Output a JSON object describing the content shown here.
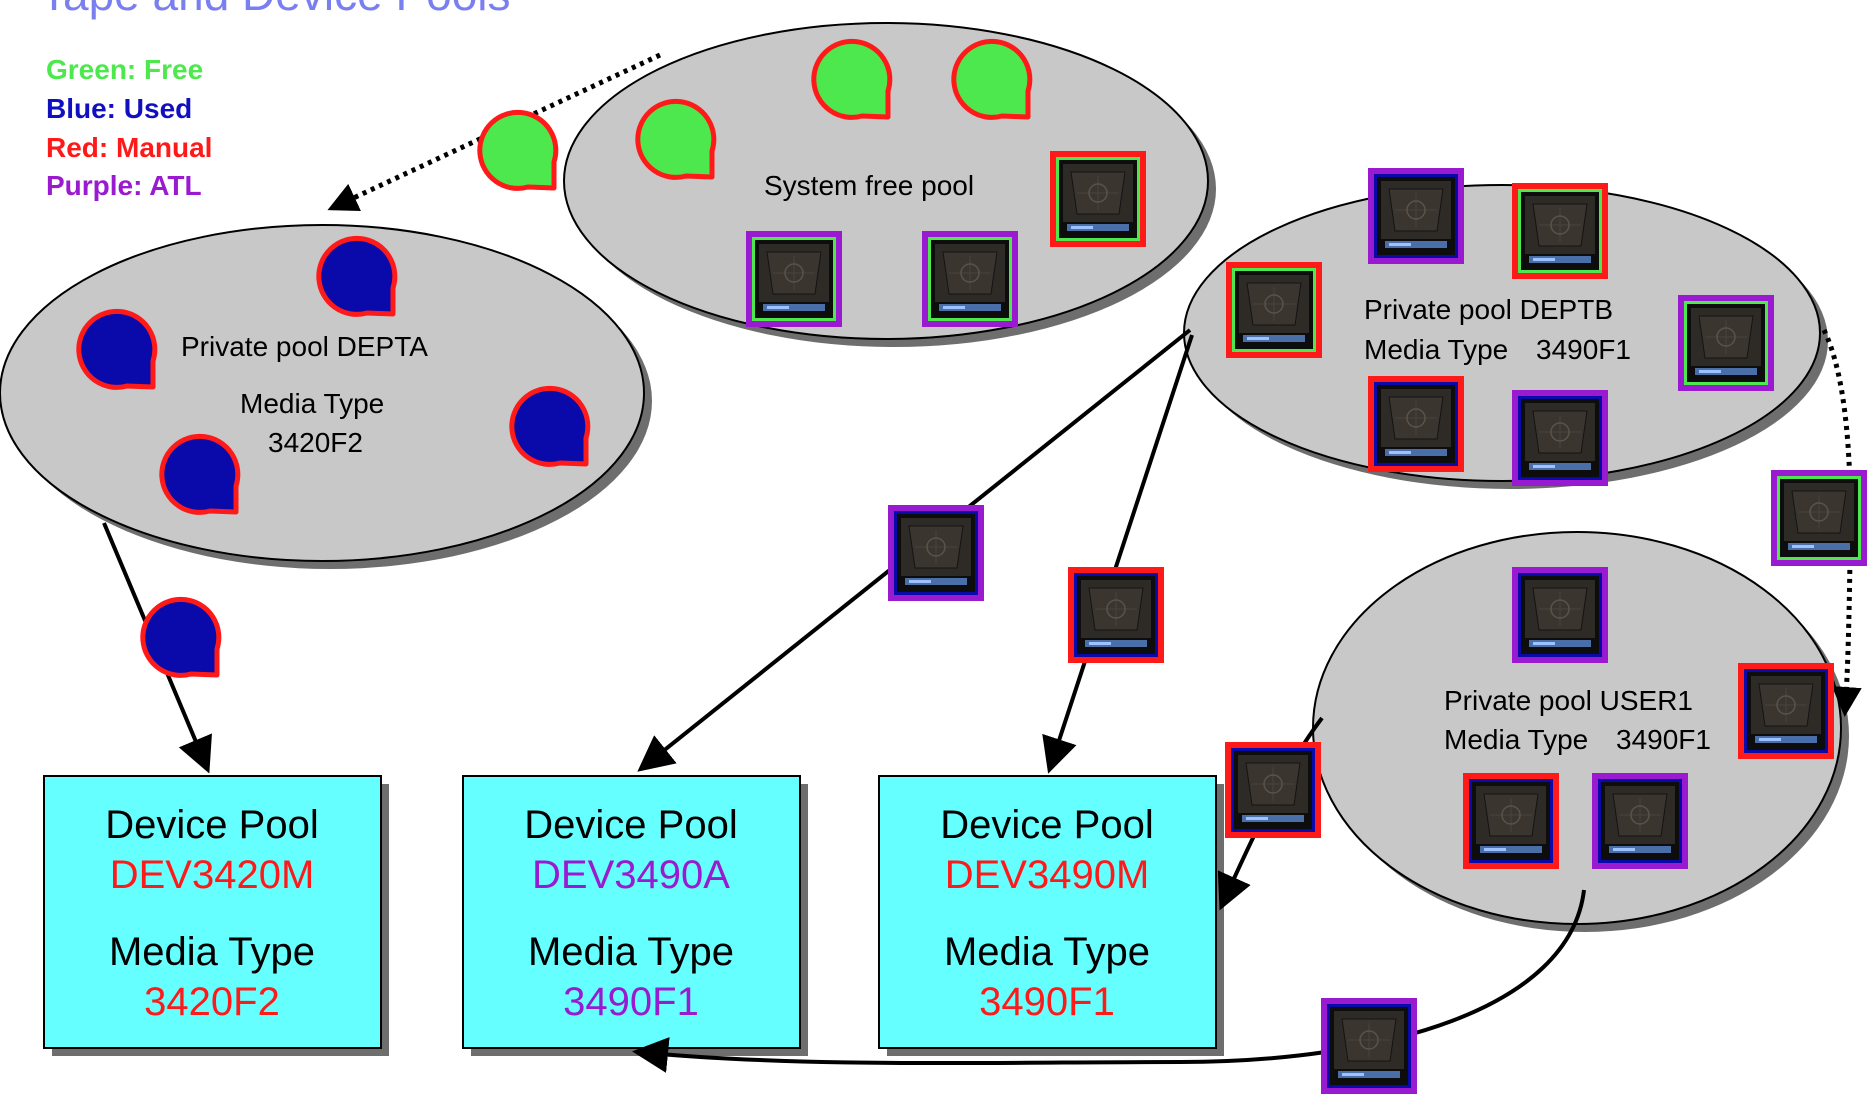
{
  "title": "Tape and Device Pools",
  "colors": {
    "free": "#4de84d",
    "used": "#0a0aaa",
    "manual": "#ff1a1a",
    "atl": "#9a1ad0",
    "pool_fill": "#c8c8c8",
    "device_fill": "#66ffff"
  },
  "legend": [
    {
      "label": "Green: Free",
      "color": "#4de84d"
    },
    {
      "label": "Blue: Used",
      "color": "#1010c0"
    },
    {
      "label": "Red: Manual",
      "color": "#ff1a1a"
    },
    {
      "label": "Purple: ATL",
      "color": "#9a1ad0"
    }
  ],
  "pools": {
    "system": {
      "name": "System free pool"
    },
    "depta": {
      "name": "Private pool DEPTA",
      "media_label": "Media Type",
      "media_value": "3420F2",
      "media_color": "#ff1a1a"
    },
    "deptb": {
      "name": "Private pool DEPTB",
      "media_label": "Media Type",
      "media_value": "3490F1",
      "media_color": "#1010c0"
    },
    "user1": {
      "name": "Private pool USER1",
      "media_label": "Media Type",
      "media_value": "3490F1",
      "media_color": "#1010c0"
    }
  },
  "devices": [
    {
      "label": "Device Pool",
      "name": "DEV3420M",
      "name_color": "#ff1a1a",
      "media_label": "Media Type",
      "media_value": "3420F2",
      "media_color": "#ff1a1a"
    },
    {
      "label": "Device Pool",
      "name": "DEV3490A",
      "name_color": "#9a1ad0",
      "media_label": "Media Type",
      "media_value": "3490F1",
      "media_color": "#9a1ad0"
    },
    {
      "label": "Device Pool",
      "name": "DEV3490M",
      "name_color": "#ff1a1a",
      "media_label": "Media Type",
      "media_value": "3490F1",
      "media_color": "#ff1a1a"
    }
  ],
  "icons": {
    "reel": "tape-reel-icon",
    "cartridge": "tape-cartridge-icon"
  }
}
